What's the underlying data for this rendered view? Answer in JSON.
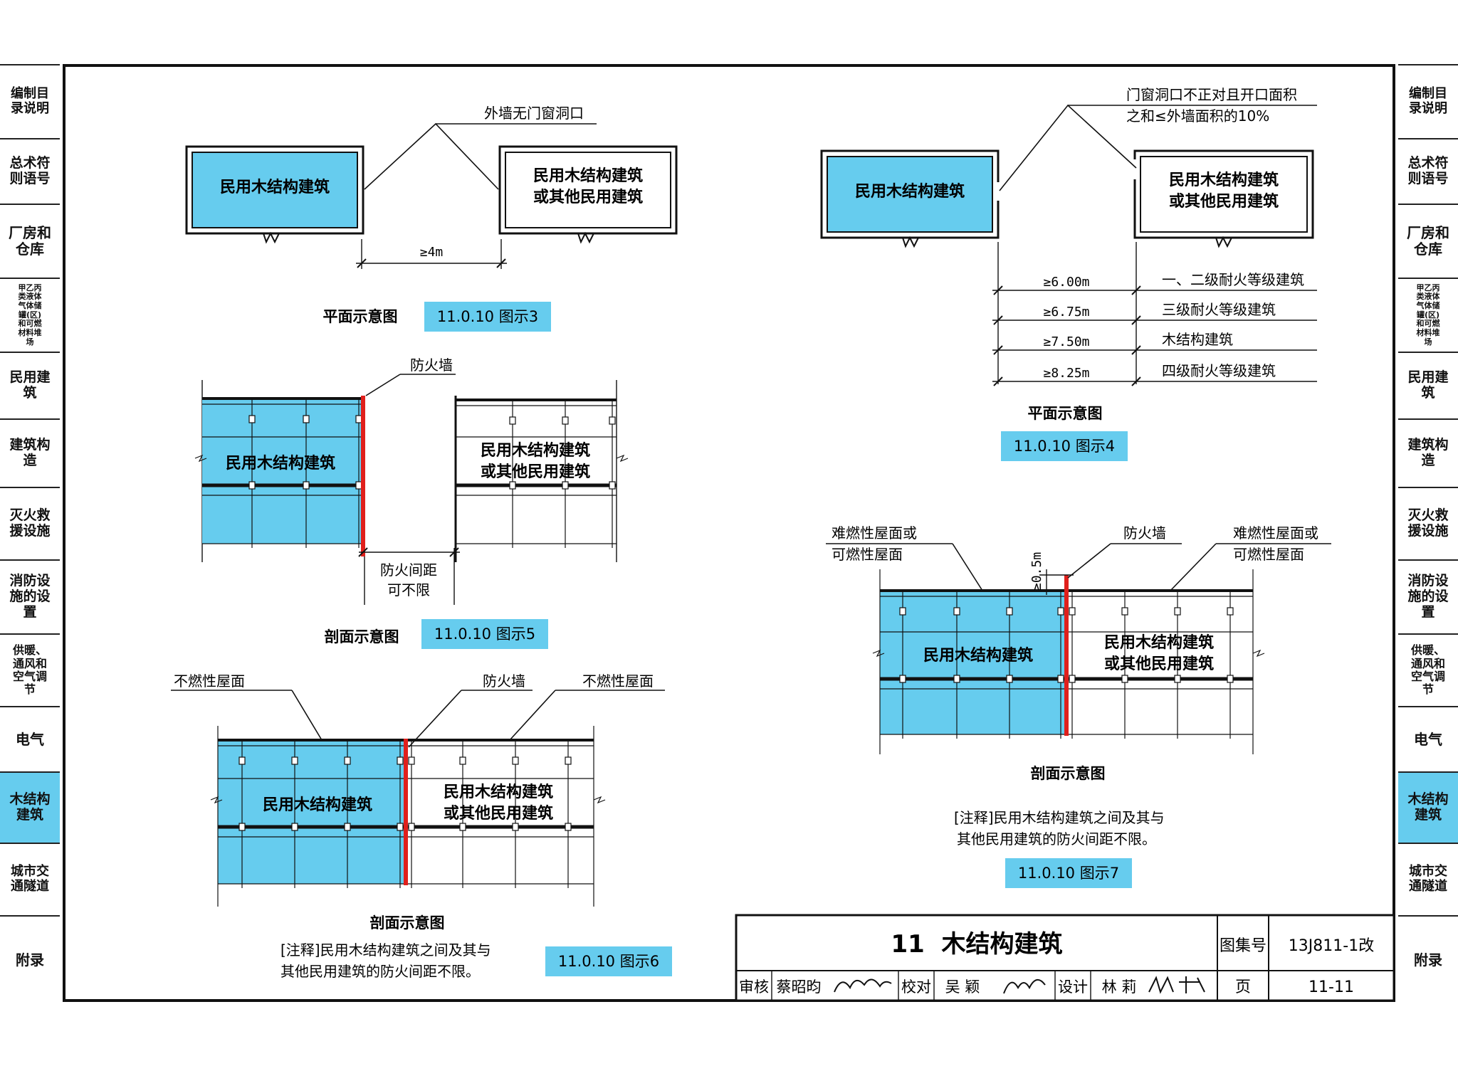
{
  "side_tabs": [
    {
      "label": "编制目录说明",
      "active": false
    },
    {
      "label": "总术符则语号",
      "active": false
    },
    {
      "label": "厂房和仓库",
      "active": false
    },
    {
      "label": "甲乙丙类液体气体储罐(区)和可燃材料堆场",
      "active": false
    },
    {
      "label": "民用建筑",
      "active": false
    },
    {
      "label": "建筑构造",
      "active": false
    },
    {
      "label": "灭火救援设施",
      "active": false
    },
    {
      "label": "消防设施的设置",
      "active": false
    },
    {
      "label": "供暖、通风和空气调节",
      "active": false
    },
    {
      "label": "电气",
      "active": false
    },
    {
      "label": "木结构建筑",
      "active": true
    },
    {
      "label": "城市交通隧道",
      "active": false
    },
    {
      "label": "附录",
      "active": false
    }
  ],
  "colors": {
    "timber": "#66ccee",
    "firewall": "#e0201c",
    "line": "#111111",
    "label_bg": "#66ccee"
  },
  "fig3": {
    "timber_label": "民用木结构建筑",
    "other_label_1": "民用木结构建筑",
    "other_label_2": "或其他民用建筑",
    "callout": "外墙无门窗洞口",
    "dim": "≥4m",
    "view_label": "平面示意图",
    "fig_no": "11.0.10 图示3"
  },
  "fig4": {
    "timber_label": "民用木结构建筑",
    "other_label_1": "民用木结构建筑",
    "other_label_2": "或其他民用建筑",
    "callout_1": "门窗洞口不正对且开口面积",
    "callout_2": "之和≤外墙面积的10%",
    "dims": [
      {
        "value": "≥6.00m",
        "desc": "一、二级耐火等级建筑"
      },
      {
        "value": "≥6.75m",
        "desc": "三级耐火等级建筑"
      },
      {
        "value": "≥7.50m",
        "desc": "木结构建筑"
      },
      {
        "value": "≥8.25m",
        "desc": "四级耐火等级建筑"
      }
    ],
    "view_label": "平面示意图",
    "fig_no": "11.0.10 图示4"
  },
  "fig5": {
    "timber_label": "民用木结构建筑",
    "other_label_1": "民用木结构建筑",
    "other_label_2": "或其他民用建筑",
    "firewall_label": "防火墙",
    "gap_label_1": "防火间距",
    "gap_label_2": "可不限",
    "view_label": "剖面示意图",
    "fig_no": "11.0.10 图示5"
  },
  "fig6": {
    "timber_label": "民用木结构建筑",
    "other_label_1": "民用木结构建筑",
    "other_label_2": "或其他民用建筑",
    "roof_left": "不燃性屋面",
    "roof_right": "不燃性屋面",
    "firewall_label": "防火墙",
    "view_label": "剖面示意图",
    "note_1": "[注释]民用木结构建筑之间及其与",
    "note_2": "其他民用建筑的防火间距不限。",
    "fig_no": "11.0.10 图示6"
  },
  "fig7": {
    "timber_label": "民用木结构建筑",
    "other_label_1": "民用木结构建筑",
    "other_label_2": "或其他民用建筑",
    "roof_left_1": "难燃性屋面或",
    "roof_left_2": "可燃性屋面",
    "roof_right_1": "难燃性屋面或",
    "roof_right_2": "可燃性屋面",
    "firewall_label": "防火墙",
    "height_dim": "≥0.5m",
    "view_label": "剖面示意图",
    "note_1": "[注释]民用木结构建筑之间及其与",
    "note_2": "其他民用建筑的防火间距不限。",
    "fig_no": "11.0.10 图示7"
  },
  "title_block": {
    "title": "11  木结构建筑",
    "atlas_label": "图集号",
    "atlas_no": "13J811-1改",
    "page_label": "页",
    "page_no": "11-11",
    "review_label": "审核",
    "reviewer": "蔡昭昀",
    "check_label": "校对",
    "checker": "吴 颖",
    "design_label": "设计",
    "designer": "林 莉"
  }
}
